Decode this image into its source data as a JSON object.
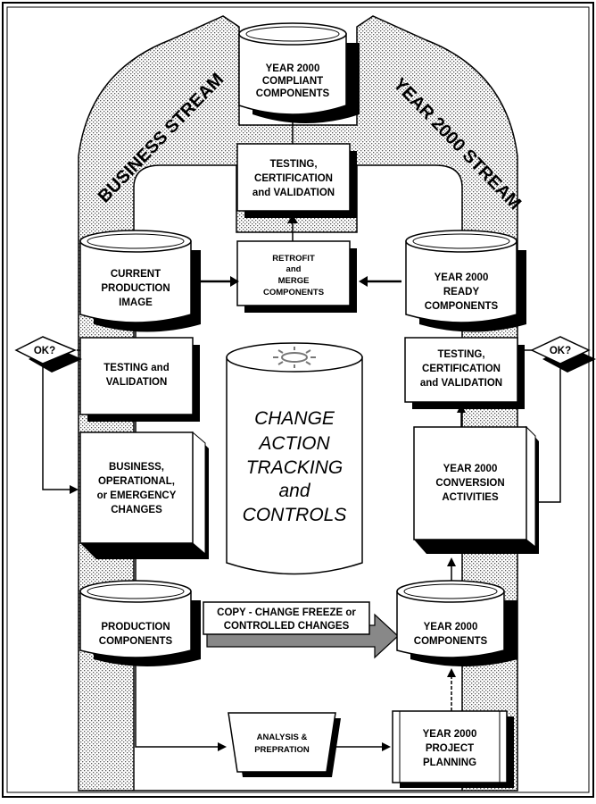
{
  "streams": {
    "business": "BUSINESS STREAM",
    "year2000": "YEAR 2000 STREAM"
  },
  "nodes": {
    "compliant": [
      "YEAR 2000",
      "COMPLIANT",
      "COMPONENTS"
    ],
    "testing_top": [
      "TESTING,",
      "CERTIFICATION",
      "and VALIDATION"
    ],
    "retrofit": [
      "RETROFIT",
      "and",
      "MERGE",
      "COMPONENTS"
    ],
    "current_production": [
      "CURRENT",
      "PRODUCTION",
      "IMAGE"
    ],
    "year2000_ready": [
      "YEAR 2000",
      "READY",
      "COMPONENTS"
    ],
    "testing_left": [
      "TESTING and",
      "VALIDATION"
    ],
    "testing_right": [
      "TESTING,",
      "CERTIFICATION",
      "and VALIDATION"
    ],
    "business_changes": [
      "BUSINESS,",
      "OPERATIONAL,",
      "or EMERGENCY",
      "CHANGES"
    ],
    "conversion": [
      "YEAR 2000",
      "CONVERSION",
      "ACTIVITIES"
    ],
    "change_action": [
      "CHANGE",
      "ACTION",
      "TRACKING",
      "and",
      "CONTROLS"
    ],
    "production_components": [
      "PRODUCTION",
      "COMPONENTS"
    ],
    "year2000_components": [
      "YEAR 2000",
      "COMPONENTS"
    ],
    "copy_arrow": [
      "COPY - CHANGE FREEZE or",
      "CONTROLLED CHANGES"
    ],
    "analysis": [
      "ANALYSIS &",
      "PREPRATION"
    ],
    "planning": [
      "YEAR 2000",
      "PROJECT",
      "PLANNING"
    ]
  },
  "decisions": {
    "left": "OK?",
    "right": "OK?"
  }
}
